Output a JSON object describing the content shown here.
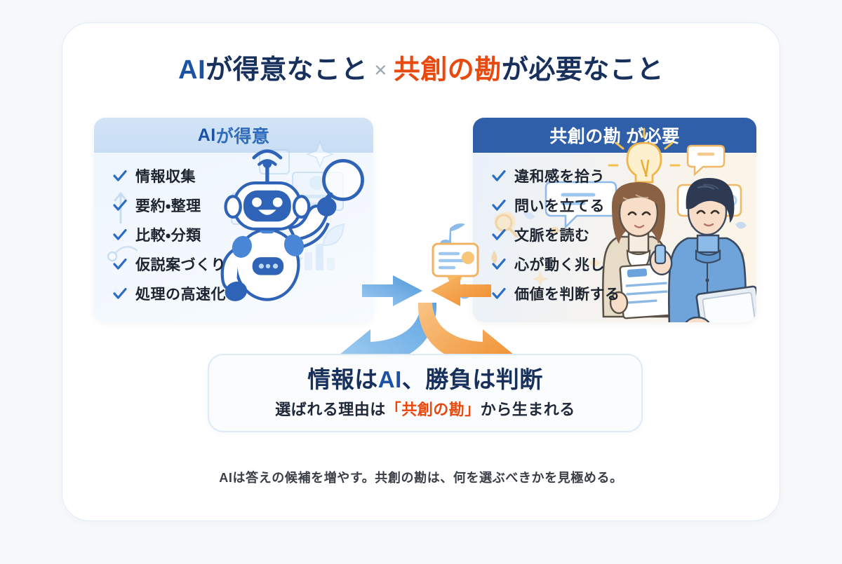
{
  "title": {
    "ai": "AI",
    "ai_tail": "が得意なこと",
    "times": "×",
    "kan": "共創の勘",
    "kan_tail": "が必要なこと"
  },
  "left_panel": {
    "header_strong": "AI",
    "header_sub": "が得意",
    "items": [
      "情報収集",
      "要約・整理",
      "比較・分類",
      "仮説案づくり",
      "処理の高速化"
    ],
    "illustration": "robot-with-magnifier-illustration"
  },
  "right_panel": {
    "header_strong": "共創の勘",
    "header_sub": "が必要",
    "items": [
      "違和感を拾う",
      "問いを立てる",
      "文脈を読む",
      "心が動く兆し",
      "価値を判断する"
    ],
    "illustration": "two-people-discussing-illustration"
  },
  "connector": {
    "left_arrow": "arrow-left-blue",
    "right_arrow": "arrow-right-orange",
    "curve_left": "curved-arrow-down-left-blue",
    "curve_right": "curved-arrow-down-right-orange",
    "center_icon": "orange-card-icon",
    "note_icon": "blue-music-note-icon"
  },
  "bottom_card": {
    "main_pre": "情報は",
    "main_ai": "AI",
    "main_post": "、勝負は判断",
    "sub_pre": "選ばれる理由は",
    "sub_quote": "「共創の勘」",
    "sub_post": "から生まれる"
  },
  "footer": {
    "note": "AIは答えの候補を増やす。共創の勘は、何を選ぶべきかを見極める。"
  },
  "colors": {
    "accent_blue": "#1b52a6",
    "mid_blue": "#2f5fa8",
    "light_blue_band": "#cbdef5",
    "accent_orange": "#e8490f",
    "arrow_blue": "#5fa3e0",
    "arrow_orange": "#f2993f",
    "navy_text": "#17305c",
    "body_text": "#1d2430",
    "page_bg": "#f7f8fa"
  }
}
